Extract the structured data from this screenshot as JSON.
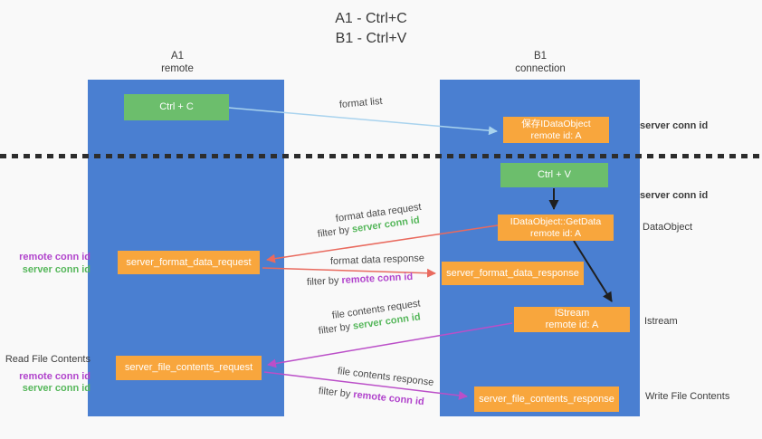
{
  "colors": {
    "column_blue": "#4a7fd1",
    "green_box": "#6cbe6c",
    "orange_box": "#f8a63d",
    "green_text": "#56b75b",
    "purple_text": "#b144cc",
    "arrow_red": "#e96a5e",
    "arrow_magenta": "#bb4fc8",
    "arrow_lightblue": "#a9d3ee",
    "arrow_black": "#1f1f1f"
  },
  "title": {
    "line1": "A1 - Ctrl+C",
    "line2": "B1 - Ctrl+V"
  },
  "lanes": {
    "a1": {
      "name": "A1",
      "subtitle": "remote"
    },
    "b1": {
      "name": "B1",
      "subtitle": "connection"
    }
  },
  "nodes": {
    "ctrl_c": {
      "label": "Ctrl + C"
    },
    "ctrl_v": {
      "label": "Ctrl + V"
    },
    "save_dataobject": {
      "line1": "保存IDataObject",
      "line2": "remote id: A"
    },
    "getdata": {
      "line1": "IDataObject::GetData",
      "line2": "remote id: A"
    },
    "istream": {
      "line1": "IStream",
      "line2": "remote id: A"
    },
    "format_request": {
      "label": "server_format_data_request"
    },
    "format_response": {
      "label": "server_format_data_response"
    },
    "file_request": {
      "label": "server_file_contents_request"
    },
    "file_response": {
      "label": "server_file_contents_response"
    }
  },
  "labels": {
    "format_list": "format list",
    "filter_by": "filter by",
    "server_conn_id": "server conn id",
    "remote_conn_id": "remote conn id",
    "format_data_request": "format data request",
    "format_data_response": "format data response",
    "file_contents_request": "file contents request",
    "file_contents_response": "file contents response",
    "dataobject": "DataObject",
    "istream": "Istream",
    "read_file_contents": "Read File Contents",
    "write_file_contents": "Write File Contents"
  }
}
